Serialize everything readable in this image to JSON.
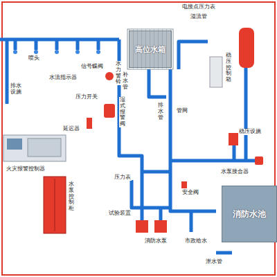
{
  "diagram": {
    "nodes": [
      {
        "text": [
          "高位水箱"
        ]
      },
      {
        "text": [
          "消防水池"
        ]
      }
    ],
    "labels": [
      "喷头",
      "排水设施",
      "水流指示器",
      "信号蝶阀",
      "压力开关",
      "水力警铃",
      "湿式报警阀",
      "延迟器",
      "火灾报警控制器",
      "水泵控制柜",
      "补水管",
      "排水管",
      "电接点压力表",
      "溢流管",
      "稳压控制箱",
      "稳压设施",
      "管网",
      "水泵接合器",
      "压力表",
      "安全阀",
      "试验装置",
      "消防水泵",
      "市政给水",
      "泄水管"
    ]
  }
}
